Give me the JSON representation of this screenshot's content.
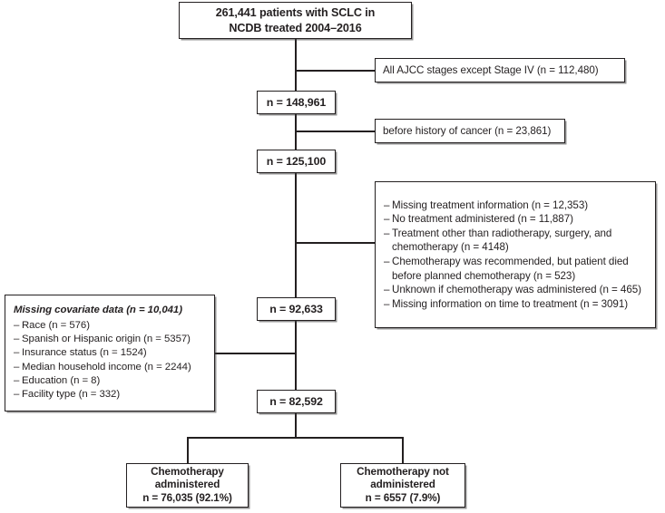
{
  "figure": {
    "type": "flowchart",
    "kind": "patient-selection-consort-diagram"
  },
  "nodes": {
    "cohort_total": {
      "line1": "261,441 patients with SCLC in",
      "line2": "NCDB treated 2004–2016"
    },
    "n_148961": "n = 148,961",
    "n_125100": "n = 125,100",
    "n_92633": "n = 92,633",
    "n_82592": "n = 82,592",
    "chemo_yes": {
      "line1": "Chemotherapy",
      "line2": "administered",
      "line3": "n = 76,035 (92.1%)"
    },
    "chemo_no": {
      "line1": "Chemotherapy not",
      "line2": "administered",
      "line3": "n = 6557 (7.9%)"
    }
  },
  "exclusions": {
    "stage": "All AJCC stages except Stage IV (n = 112,480)",
    "history": "before history of cancer (n = 23,861)",
    "treatment_list": [
      "Missing treatment information (n = 12,353)",
      "No treatment administered (n = 11,887)",
      "Treatment other than radiotherapy, surgery, and chemotherapy (n = 4148)",
      "Chemotherapy was recommended, but patient died before planned chemotherapy (n = 523)",
      "Unknown if chemotherapy was administered (n = 465)",
      "Missing information on time to treatment (n = 3091)"
    ]
  },
  "covariates": {
    "heading": "Missing covariate data (n = 10,041)",
    "items": [
      "Race (n = 576)",
      "Spanish or Hispanic origin (n = 5357)",
      "Insurance status (n = 1524)",
      "Median household income (n = 2244)",
      "Education (n = 8)",
      "Facility type (n = 332)"
    ]
  },
  "colors": {
    "stroke": "#231f20",
    "background": "#ffffff"
  }
}
